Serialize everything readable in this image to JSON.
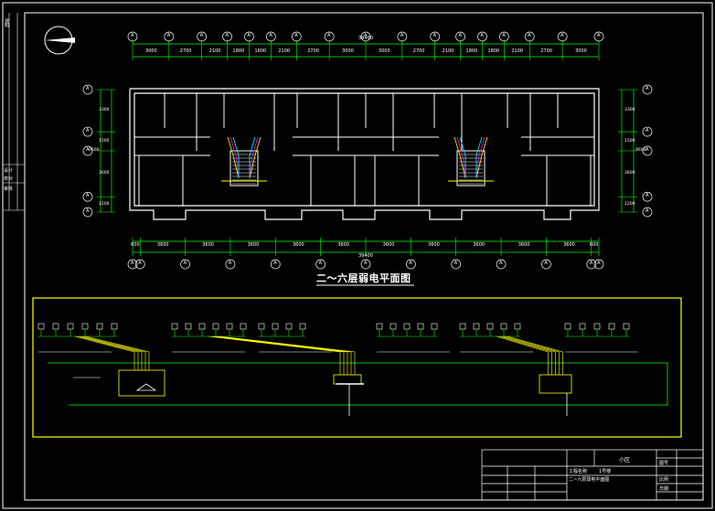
{
  "drawing": {
    "title": "二～六层弱电平面图",
    "colors": {
      "background": "#000000",
      "frame": "#ffffff",
      "wall": "#ffffff",
      "dimension": "#00ff00",
      "system_box": "#ffff00",
      "cable_green": "#00ff00",
      "cable_yellow": "#ffff00",
      "cable_magenta": "#ff00ff",
      "cable_cyan": "#00ffff",
      "axis_bubble": "#ffffff"
    },
    "top_dimensions": [
      "3000",
      "2700",
      "2100",
      "1800",
      "1800",
      "2100",
      "2700",
      "3000",
      "3000",
      "2700",
      "2100",
      "1800",
      "1800",
      "2100",
      "2700",
      "3000"
    ],
    "top_total": "39400",
    "bottom_dimensions": [
      "600",
      "3600",
      "3600",
      "3600",
      "3600",
      "3600",
      "3600",
      "3600",
      "3600",
      "3600",
      "3600",
      "600"
    ],
    "bottom_total": "39400",
    "left_dimensions": [
      "3300",
      "1500",
      "3600",
      "1200"
    ],
    "left_total": "9600",
    "right_dimensions": [
      "3300",
      "1500",
      "3600",
      "1200"
    ],
    "right_total": "9600",
    "axis_label": "A",
    "left_strip": [
      "说明",
      "设计",
      "校对",
      "审核"
    ]
  },
  "title_block": {
    "project": "小区",
    "row1": [
      "工程名称",
      "1号楼"
    ],
    "row2": "二~六层弱电平面图",
    "right_labels": [
      "图号",
      "比例",
      "日期"
    ]
  }
}
